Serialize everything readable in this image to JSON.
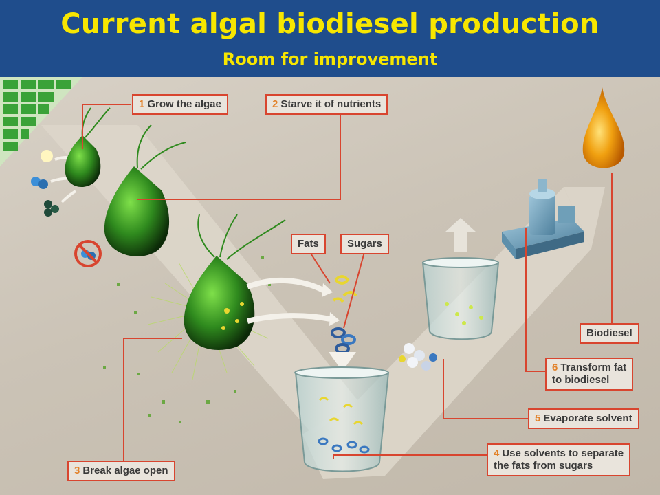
{
  "header": {
    "title": "Current algal biodiesel production",
    "subtitle": "Room for improvement"
  },
  "steps": [
    {
      "num": "1",
      "text": "Grow the algae"
    },
    {
      "num": "2",
      "text": "Starve it of nutrients"
    },
    {
      "num": "3",
      "text": "Break algae open"
    },
    {
      "num": "4",
      "line1": "Use solvents to separate",
      "line2": "the fats from sugars"
    },
    {
      "num": "5",
      "text": "Evaporate solvent"
    },
    {
      "num": "6",
      "line1": "Transform fat",
      "line2": "to biodiesel"
    }
  ],
  "labels": {
    "fats": "Fats",
    "sugars": "Sugars",
    "biodiesel": "Biodiesel"
  },
  "colors": {
    "header_bg": "#1f4d8c",
    "title": "#f7e600",
    "callout_border": "#d8452f",
    "step_number": "#e2822a",
    "algae": "#2f8a1e",
    "oil": "#f0a010"
  }
}
